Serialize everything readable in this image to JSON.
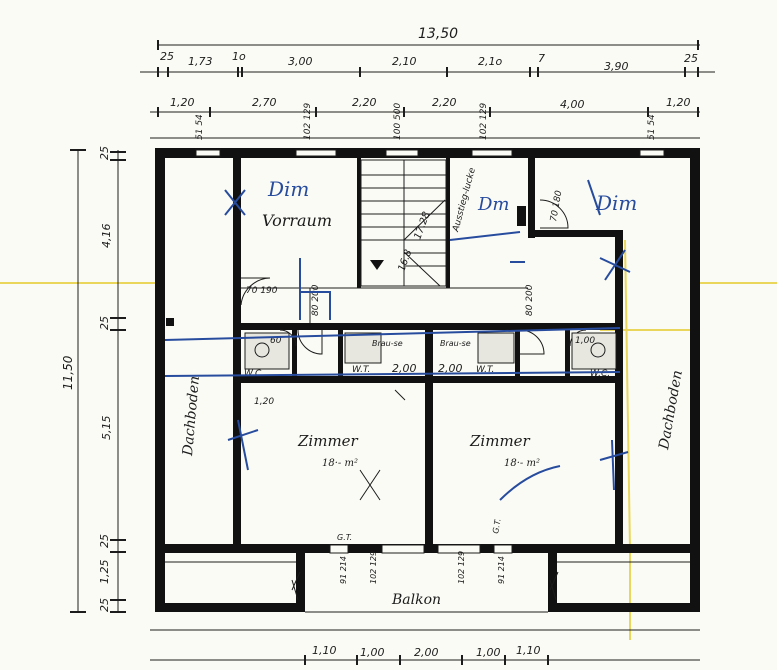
{
  "dimensions": {
    "overall_width": "13,50",
    "top_row1": [
      "25",
      "1,73",
      "1o",
      "3,00",
      "2,10",
      "2,1o",
      "7",
      "3,90",
      "25"
    ],
    "top_row2": [
      "1,20",
      "2,70",
      "2,20",
      "2,20",
      "4,00",
      "1,20"
    ],
    "top_window_labels": [
      "51 54",
      "102 129",
      "100 500",
      "102 129",
      "51 54"
    ],
    "left_total": "11,50",
    "left_segments": [
      "25",
      "4,16",
      "25",
      "5,15",
      "25",
      "1,25",
      "25"
    ],
    "bottom_row": [
      "1,10",
      "1,00",
      "2,00",
      "1,00",
      "1,10"
    ],
    "balcony_door_labels": [
      "91 214",
      "102 129",
      "102 129",
      "91 214"
    ]
  },
  "rooms": {
    "vorraum": "Vorraum",
    "zimmer_left": "Zimmer",
    "zimmer_left_area": "18·- m²",
    "zimmer_right": "Zimmer",
    "zimmer_right_area": "18·- m²",
    "dachboden_left": "Dachboden",
    "dachboden_right": "Dachboden",
    "balkon": "Balkon",
    "wc_left": "W.C.",
    "wc_right": "W.C.",
    "wt_left": "W.T.",
    "wt_right": "W.T.",
    "brause_left": "Brau-se",
    "brause_right": "Brau-se",
    "ausstieg": "Ausstieg-lucke",
    "gt_left": "G.T.",
    "gt_right": "G.T."
  },
  "labels": {
    "stair_count": "16.8",
    "stair_rise": "17.28",
    "door_70_190": "70 190",
    "door_80_200_left": "80 200",
    "door_80_200_right": "80 200",
    "door_70_180": "70 180",
    "wc_door_60_left": "60",
    "wc_door_60_right": "1,00",
    "dim_1_20": "1,20",
    "dim_2_00_left": "2,00",
    "dim_2_00_right": "2,00",
    "blue_dim": "Dim",
    "blue_dim_right": "Dim",
    "blue_dm": "Dm"
  },
  "colors": {
    "wall": "#111111",
    "ink": "#1c1c1c",
    "blue_marks": "#274c9e",
    "yellow_marks": "#e8d24a",
    "paper": "#fbfbf6"
  }
}
